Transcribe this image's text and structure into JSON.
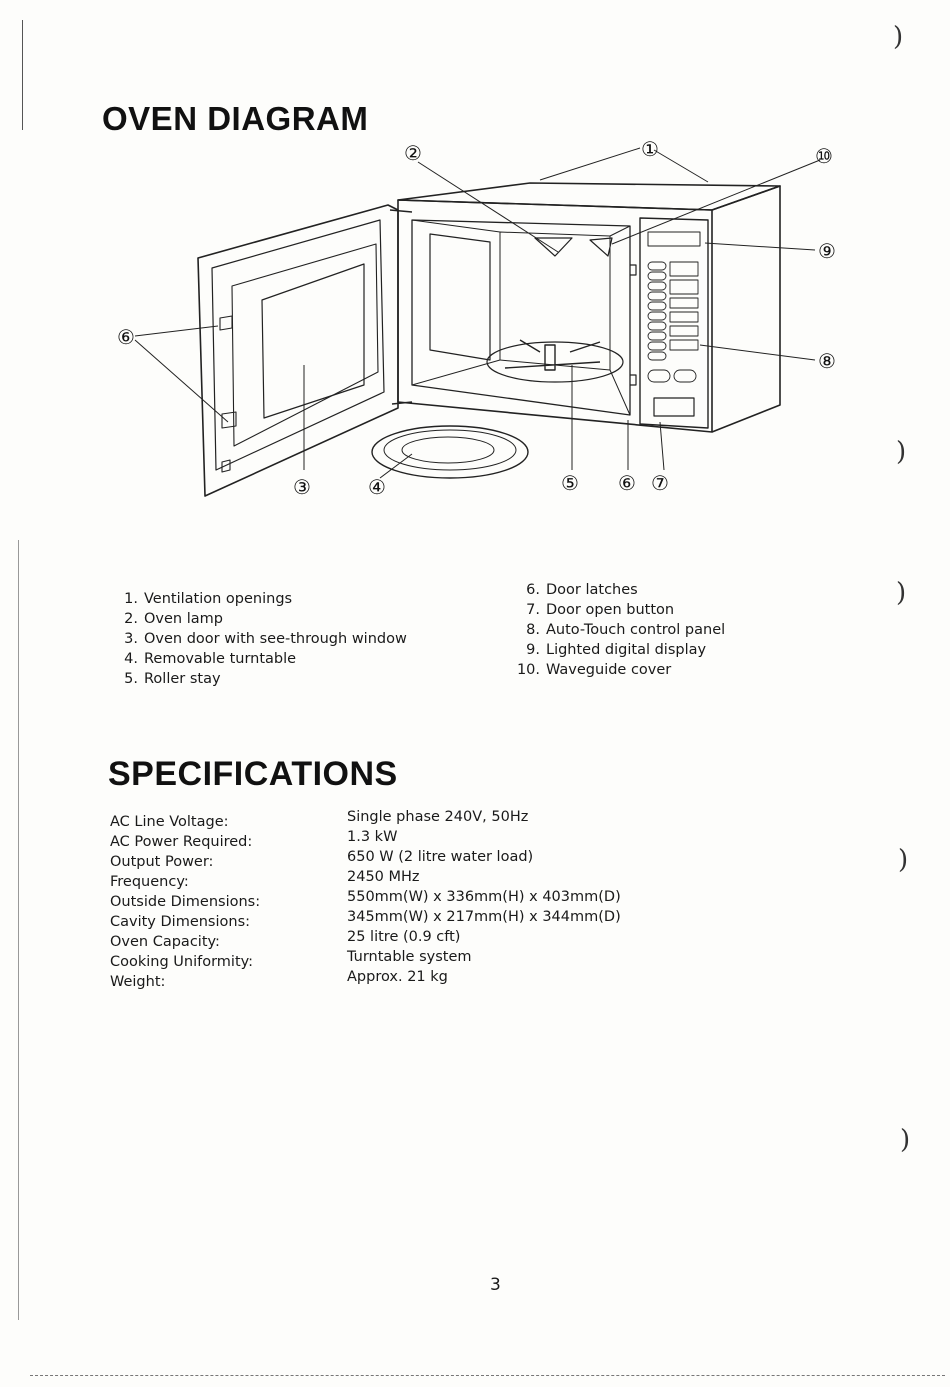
{
  "headings": {
    "oven_diagram": "OVEN DIAGRAM",
    "specifications": "SPECIFICATIONS"
  },
  "diagram": {
    "callouts": [
      "①",
      "②",
      "③",
      "④",
      "⑤",
      "⑥",
      "⑥",
      "⑦",
      "⑧",
      "⑨",
      "⑩"
    ]
  },
  "legend": {
    "left": [
      {
        "num": "1.",
        "text": "Ventilation openings"
      },
      {
        "num": "2.",
        "text": "Oven lamp"
      },
      {
        "num": "3.",
        "text": "Oven door with see-through window"
      },
      {
        "num": "4.",
        "text": "Removable turntable"
      },
      {
        "num": "5.",
        "text": "Roller stay"
      }
    ],
    "right": [
      {
        "num": "6.",
        "text": "Door latches"
      },
      {
        "num": "7.",
        "text": "Door open button"
      },
      {
        "num": "8.",
        "text": "Auto-Touch control panel"
      },
      {
        "num": "9.",
        "text": "Lighted digital display"
      },
      {
        "num": "10.",
        "text": "Waveguide cover"
      }
    ]
  },
  "specifications": {
    "labels": [
      "AC Line Voltage:",
      "AC Power Required:",
      "Output Power:",
      "Frequency:",
      "Outside Dimensions:",
      "Cavity Dimensions:",
      "Oven Capacity:",
      "Cooking Uniformity:",
      "Weight:"
    ],
    "values": [
      "Single phase 240V, 50Hz",
      "1.3 kW",
      "650 W (2 litre water load)",
      "2450 MHz",
      "550mm(W) x 336mm(H) x 403mm(D)",
      "345mm(W) x 217mm(H) x 344mm(D)",
      "25 litre (0.9 cft)",
      "Turntable system",
      "Approx. 21 kg"
    ]
  },
  "page_number": "3"
}
